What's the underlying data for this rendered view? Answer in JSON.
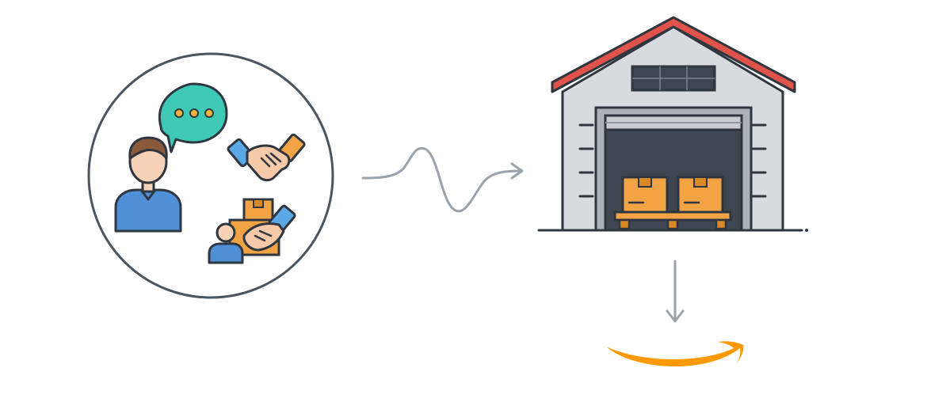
{
  "diagram": {
    "nodes": [
      {
        "id": "customer-interaction",
        "icons": [
          "person-icon",
          "chat-bubble-icon",
          "handshake-icon",
          "package-handoff-icon"
        ]
      },
      {
        "id": "warehouse",
        "icons": [
          "warehouse-icon",
          "box-icon",
          "pallet-icon"
        ]
      },
      {
        "id": "amazon",
        "icons": [
          "amazon-smile-logo"
        ]
      }
    ],
    "edges": [
      {
        "from": "customer-interaction",
        "to": "warehouse",
        "style": "wavy-arrow"
      },
      {
        "from": "warehouse",
        "to": "amazon",
        "style": "straight-arrow"
      }
    ]
  },
  "colors": {
    "outline": "#2f3640",
    "circle": "#4a5560",
    "arrow": "#9aa3ac",
    "chat_bubble": "#3ec9b5",
    "chat_dots": "#f2b33d",
    "shirt": "#4f8fd6",
    "skin": "#f7d2b6",
    "hair": "#8a5a3b",
    "hand": "#f6c9a9",
    "cuff": "#5aa9e6",
    "cuff_alt": "#f2a444",
    "box": "#f2a444",
    "box_dark": "#d98a24",
    "roof": "#e0534a",
    "wall": "#d7dbe0",
    "door": "#3d4651",
    "door_frame": "#aab1b9",
    "amazon_orange": "#ff9900"
  }
}
